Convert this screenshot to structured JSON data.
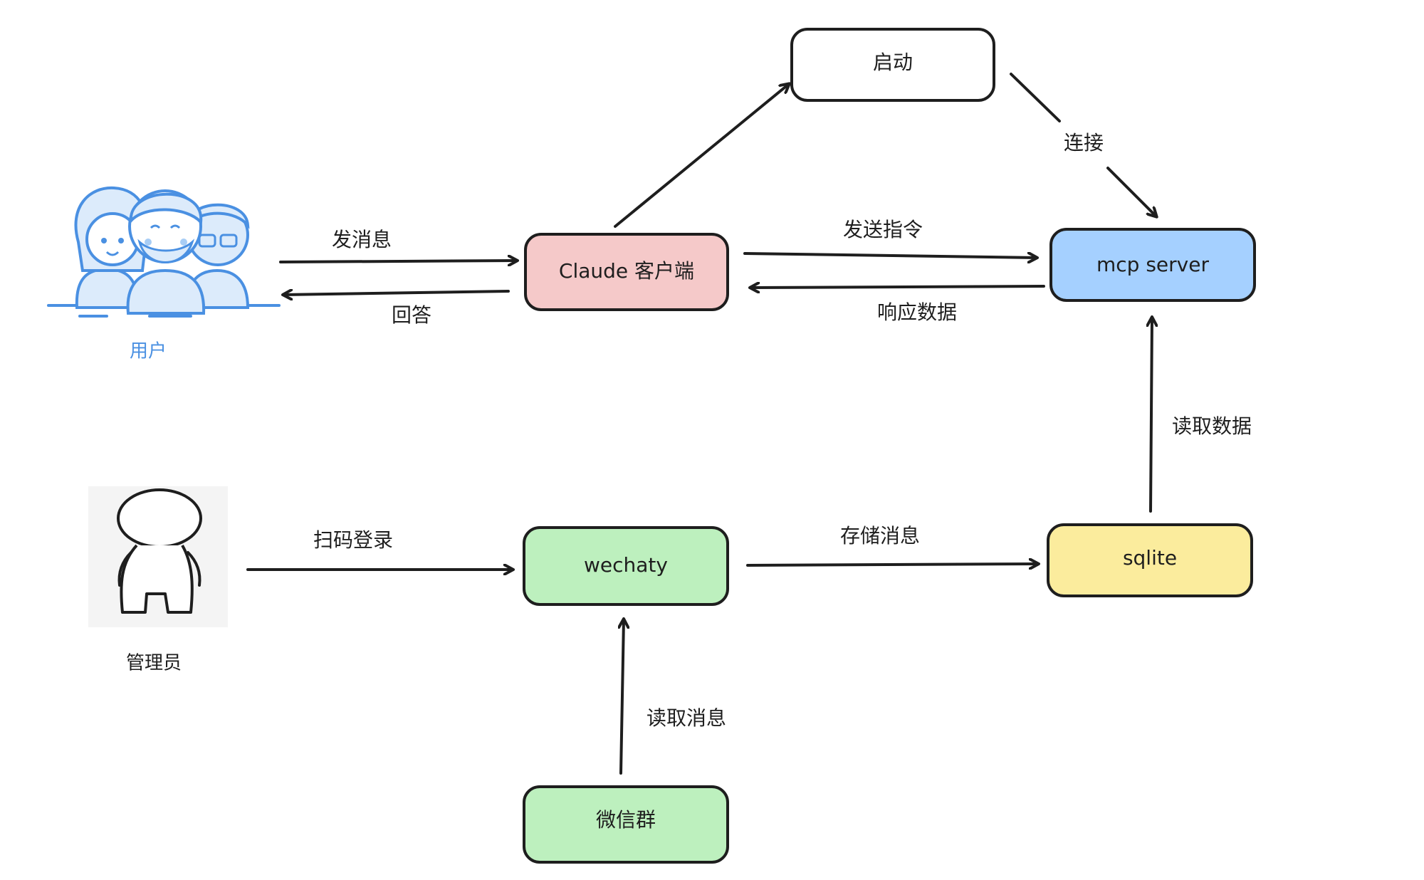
{
  "colors": {
    "client": "#f5c9c9",
    "mcp": "#a5d0ff",
    "wechaty": "#bdf0be",
    "sqlite": "#fbec9d",
    "group": "#bdf0be",
    "start": "#ffffff",
    "users_blue": "#4a90e2",
    "users_light": "#dcebfb"
  },
  "actors": {
    "users": {
      "label": "用户",
      "icon": "users-group-icon"
    },
    "admin": {
      "label": "管理员",
      "icon": "person-icon"
    }
  },
  "nodes": {
    "start": "启动",
    "client": "Claude 客户端",
    "mcp": "mcp server",
    "wechaty": "wechaty",
    "sqlite": "sqlite",
    "group": "微信群"
  },
  "edges": {
    "send_message": "发消息",
    "answer": "回答",
    "connect": "连接",
    "send_command": "发送指令",
    "response_data": "响应数据",
    "read_data": "读取数据",
    "scan_login": "扫码登录",
    "store_message": "存储消息",
    "read_message": "读取消息"
  }
}
